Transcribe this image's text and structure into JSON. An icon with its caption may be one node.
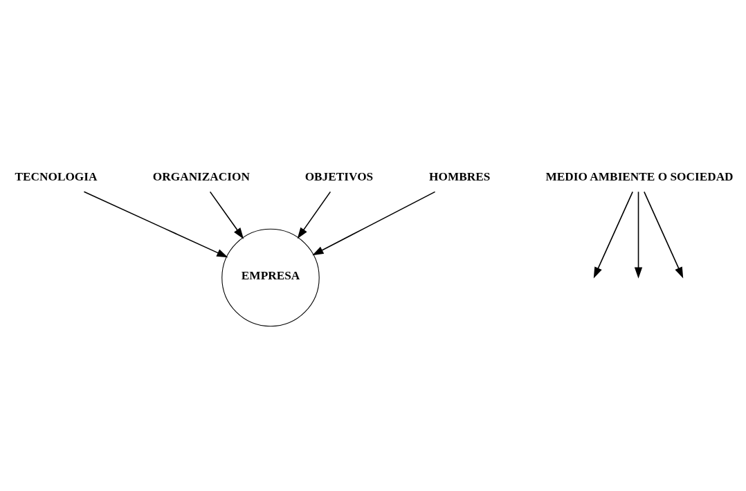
{
  "diagram": {
    "nodes": [
      {
        "text": [
          "TECNOLOGIA"
        ]
      },
      {
        "text": [
          "ORGANIZACION"
        ]
      },
      {
        "text": [
          "OBJETIVOS"
        ]
      },
      {
        "text": [
          "EMPRESA"
        ]
      },
      {
        "text": [
          "HOMBRES"
        ]
      },
      {
        "text": [
          "MEDIO AMBIENTE O SOCIEDAD"
        ]
      }
    ],
    "edges": [
      {
        "from": 0,
        "to": 3,
        "arrow": "to"
      },
      {
        "from": 1,
        "to": 3,
        "arrow": "to"
      },
      {
        "from": 2,
        "to": 3,
        "arrow": "to"
      },
      {
        "from": 4,
        "to": 3,
        "arrow": "to"
      },
      {
        "from": 5,
        "to": null,
        "arrow": "to"
      },
      {
        "from": 5,
        "to": null,
        "arrow": "to"
      },
      {
        "from": 5,
        "to": null,
        "arrow": "to"
      }
    ]
  }
}
